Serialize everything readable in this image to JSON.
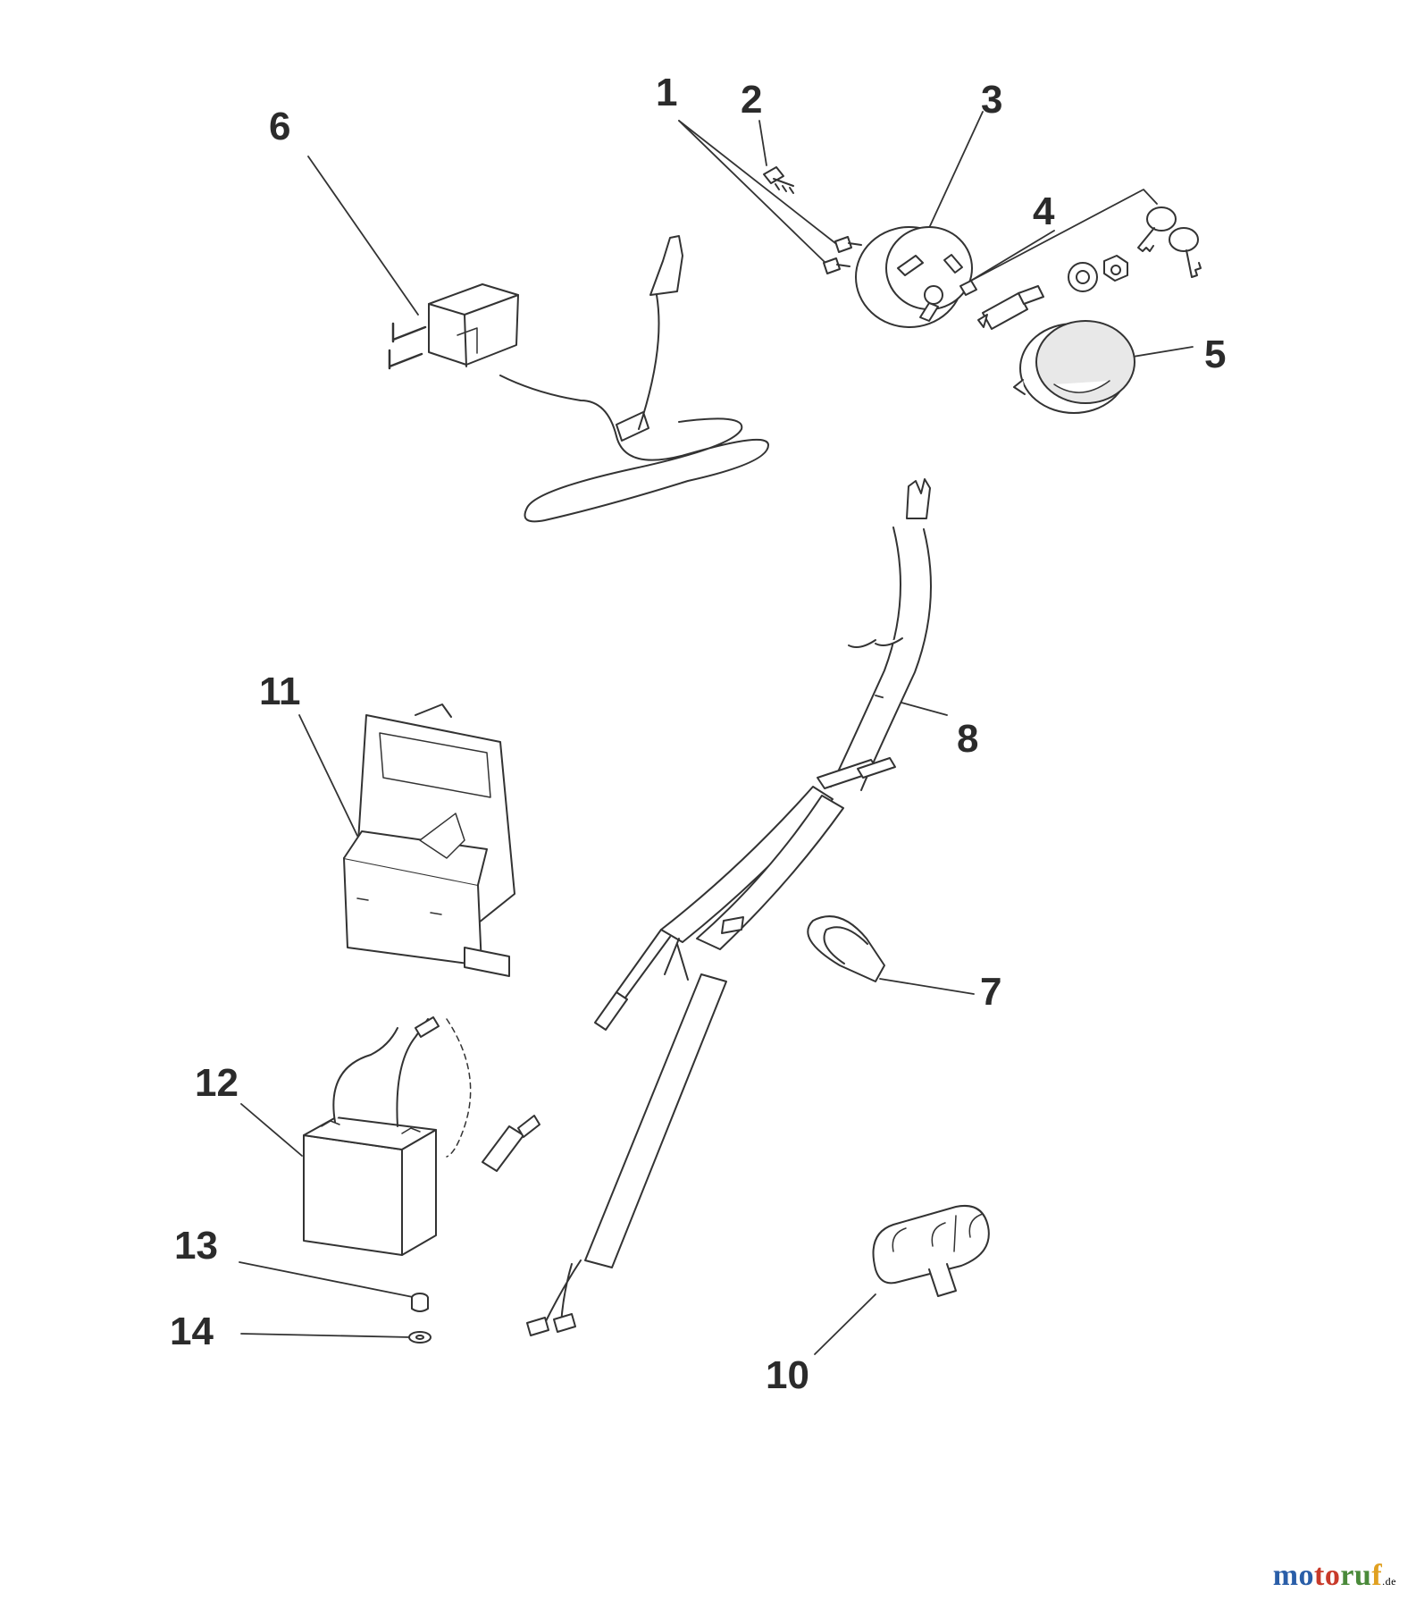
{
  "diagram": {
    "callouts": [
      {
        "id": "c1",
        "label": "1"
      },
      {
        "id": "c2",
        "label": "2"
      },
      {
        "id": "c3",
        "label": "3"
      },
      {
        "id": "c4",
        "label": "4"
      },
      {
        "id": "c5",
        "label": "5"
      },
      {
        "id": "c6",
        "label": "6"
      },
      {
        "id": "c7",
        "label": "7"
      },
      {
        "id": "c8",
        "label": "8"
      },
      {
        "id": "c10",
        "label": "10"
      },
      {
        "id": "c11",
        "label": "11"
      },
      {
        "id": "c12",
        "label": "12"
      },
      {
        "id": "c13",
        "label": "13"
      },
      {
        "id": "c14",
        "label": "14"
      }
    ]
  },
  "watermark": {
    "segments": [
      {
        "text": "mo",
        "color": "#2a5ea8"
      },
      {
        "text": "to",
        "color": "#c83a2a"
      },
      {
        "text": "ru",
        "color": "#4a8a3a"
      },
      {
        "text": "f",
        "color": "#e0a020"
      }
    ],
    "suffix": ".de"
  }
}
